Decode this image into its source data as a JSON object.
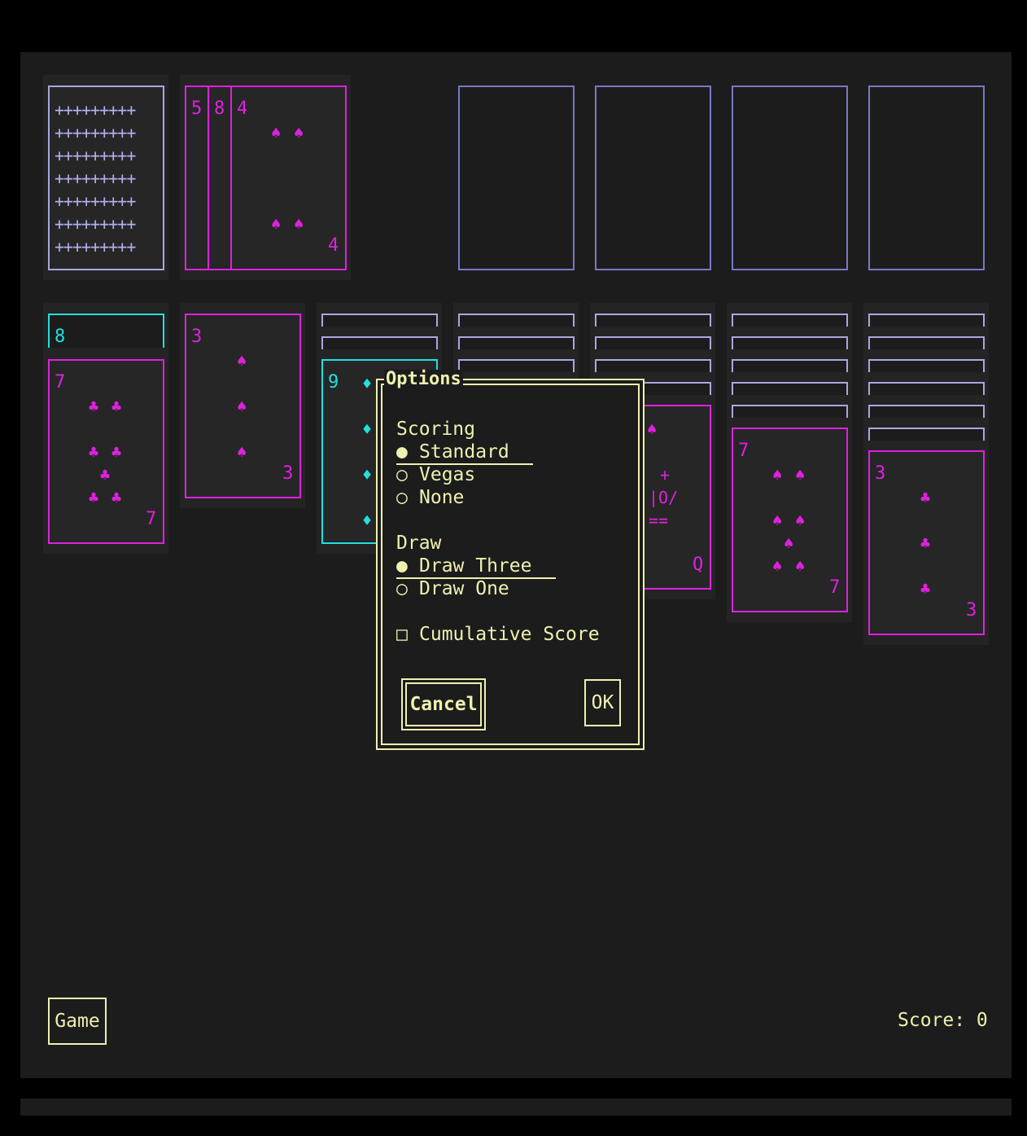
{
  "board": {
    "stock_pattern": "+++++++++\n+++++++++\n+++++++++\n+++++++++\n+++++++++\n+++++++++\n+++++++++",
    "waste": {
      "peek1": "5",
      "peek2": "8",
      "top_rank": "4",
      "top_suit": "♠",
      "top_rank_bottom": "4"
    },
    "tableau": {
      "col1": {
        "peek_rank": "8",
        "top_rank": "7",
        "suit": "♣"
      },
      "col2": {
        "top_rank": "3",
        "suit": "♠"
      },
      "col3": {
        "top_rank": "9",
        "suit": "♦"
      },
      "col5": {
        "suit": "♠",
        "face_art": [
          "+",
          "|O/",
          "=="
        ],
        "rank_bottom": "Q"
      },
      "col6": {
        "top_rank": "7",
        "suit": "♠"
      },
      "col7": {
        "top_rank": "3",
        "suit": "♣"
      }
    }
  },
  "dialog": {
    "title": "Options",
    "scoring_label": "Scoring",
    "scoring_options": [
      {
        "bullet": "●",
        "label": "Standard",
        "selected": true
      },
      {
        "bullet": "○",
        "label": "Vegas",
        "selected": false
      },
      {
        "bullet": "○",
        "label": "None",
        "selected": false
      }
    ],
    "draw_label": "Draw",
    "draw_options": [
      {
        "bullet": "●",
        "label": "Draw Three",
        "selected": true
      },
      {
        "bullet": "○",
        "label": "Draw One",
        "selected": false
      }
    ],
    "cumulative": {
      "box": "□",
      "label": "Cumulative Score",
      "checked": false
    },
    "cancel_label": "Cancel",
    "ok_label": "OK"
  },
  "footer": {
    "game_label": "Game",
    "score_text": "Score: 0"
  },
  "colors": {
    "accent": "#f0f0b0",
    "red_suit": "#e020e0",
    "cyan_suit": "#20e0e0",
    "card_back": "#a8a8e0"
  }
}
